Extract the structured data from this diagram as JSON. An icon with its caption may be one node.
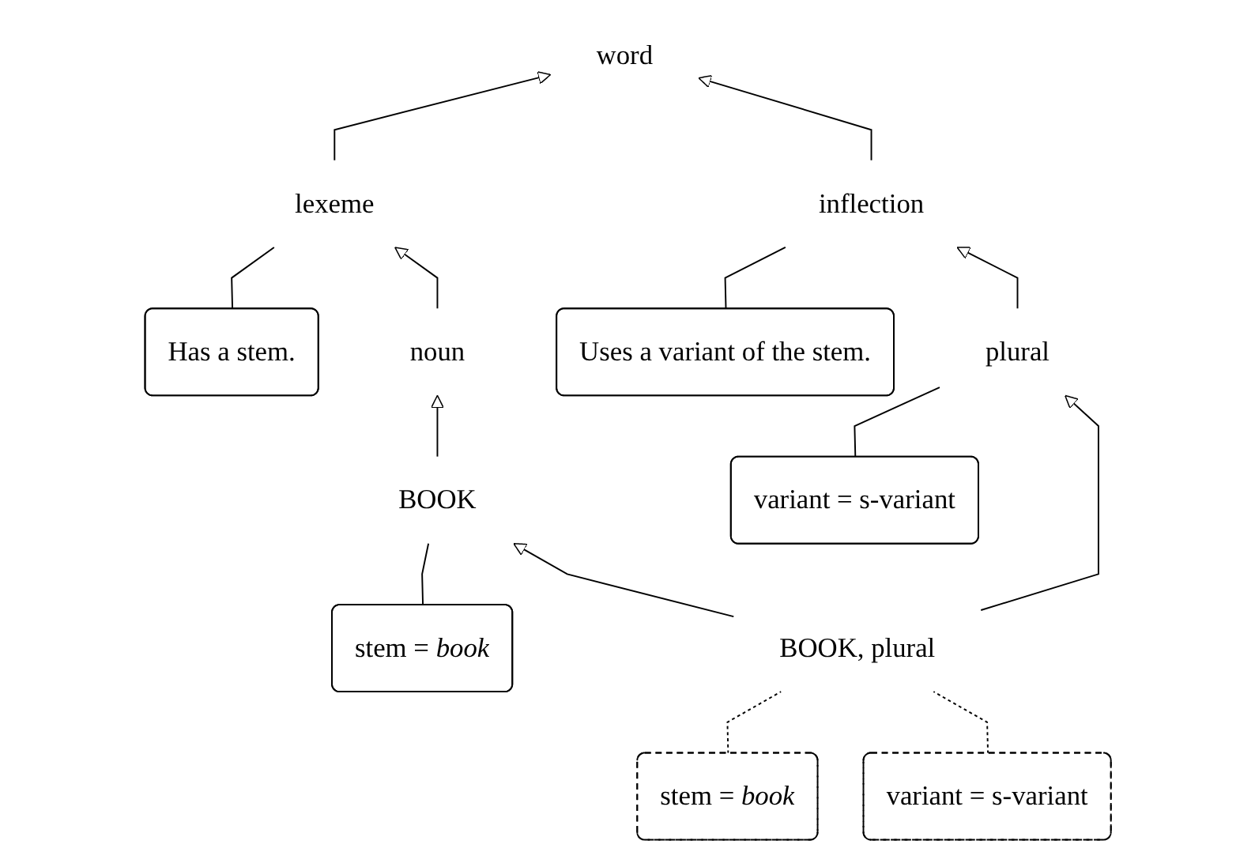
{
  "diagram": {
    "nodes": [
      {
        "text": [
          "Has a stem."
        ]
      },
      {
        "text": [
          "word"
        ]
      },
      {
        "text": [
          "Uses a variant of the stem."
        ]
      },
      {
        "text": [
          "lexeme"
        ]
      },
      {
        "text": [
          "inflection"
        ]
      },
      {
        "text": [
          "noun"
        ]
      },
      {
        "text": [
          "variant = s-variant"
        ]
      },
      {
        "text": [
          "stem = *book*"
        ]
      },
      {
        "text": [
          "BOOK"
        ]
      },
      {
        "text": [
          "plural"
        ]
      },
      {
        "text": [
          "stem = *book*"
        ]
      },
      {
        "text": [
          "variant = s-variant"
        ]
      },
      {
        "text": [
          "BOOK, plural"
        ]
      }
    ],
    "edges": [
      {
        "from": 3,
        "to": 1,
        "arrow": "to"
      },
      {
        "from": 4,
        "to": 1,
        "arrow": "to"
      },
      {
        "from": 0,
        "to": 3,
        "arrow": "none"
      },
      {
        "from": 2,
        "to": 4,
        "arrow": "none"
      },
      {
        "from": 5,
        "to": 3,
        "arrow": "to"
      },
      {
        "from": 9,
        "to": 4,
        "arrow": "to"
      },
      {
        "from": 8,
        "to": 5,
        "arrow": "to"
      },
      {
        "from": 7,
        "to": 8,
        "arrow": "none"
      },
      {
        "from": 6,
        "to": 9,
        "arrow": "none"
      },
      {
        "from": 12,
        "to": 8,
        "arrow": "to"
      },
      {
        "from": 12,
        "to": 9,
        "arrow": "to"
      },
      {
        "from": 10,
        "to": 12,
        "arrow": "none",
        "style": "dashed"
      },
      {
        "from": 11,
        "to": 12,
        "arrow": "none",
        "style": "dashed"
      }
    ]
  }
}
